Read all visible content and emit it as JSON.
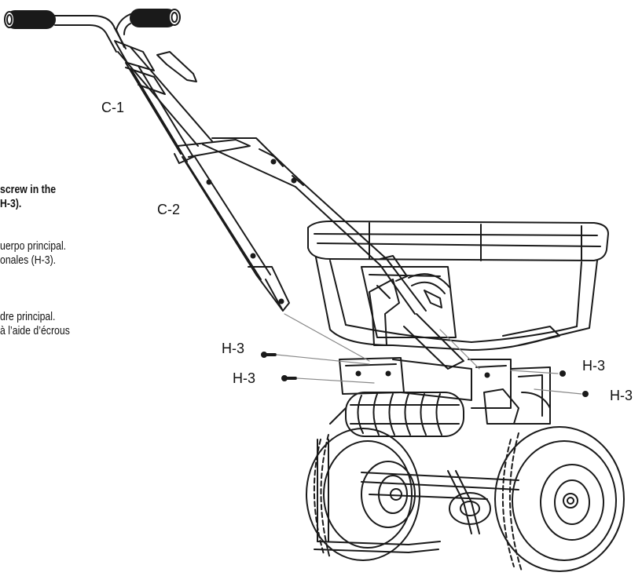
{
  "instructions": {
    "english": [
      "screw in the",
      "H-3)."
    ],
    "spanish": [
      "uerpo principal.",
      "onales (H-3)."
    ],
    "french": [
      "dre principal.",
      "à l’aide d’écrous"
    ]
  },
  "callouts": {
    "c1": "C-1",
    "c2": "C-2",
    "h3_left_top": "H-3",
    "h3_left_bottom": "H-3",
    "h3_right_top": "H-3",
    "h3_right_bottom": "H-3"
  },
  "colors": {
    "line": "#1a1a1a",
    "leader": "#888888",
    "background": "#ffffff"
  }
}
